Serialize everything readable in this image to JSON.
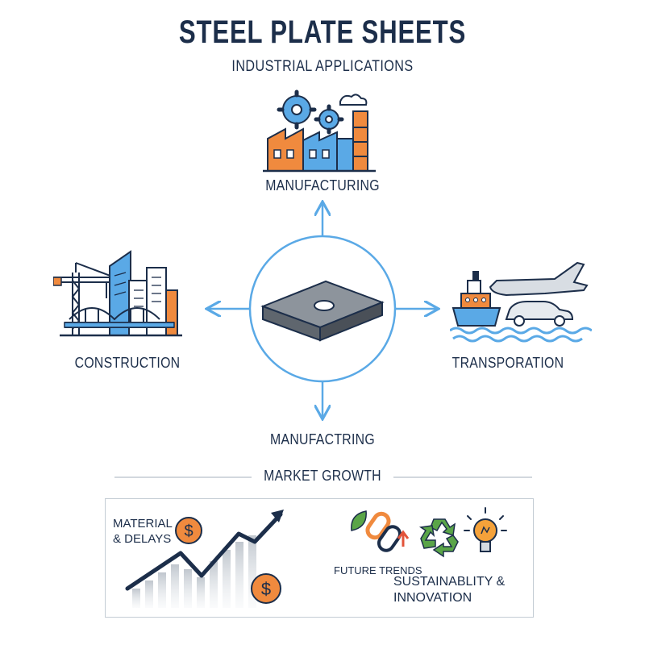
{
  "title": "STEEL PLATE SHEETS",
  "subtitle": "INDUSTRIAL APPLICATIONS",
  "center": {
    "icon": "steel-plate-icon"
  },
  "nodes": {
    "top": {
      "label": "MANUFACTURING",
      "icon": "factory-gears-icon"
    },
    "left": {
      "label": "CONSTRUCTION",
      "icon": "city-crane-bridge-icon"
    },
    "right": {
      "label": "TRANSPORATION",
      "icon": "ship-car-plane-icon"
    },
    "bottom": {
      "label": "MANUFACTRING"
    }
  },
  "market": {
    "heading": "MARKET GROWTH",
    "left_text": "MATERIAL\n& DELAYS",
    "future_trends": "FUTURE TRENDS",
    "sustainability": "SUSTAINABLITY &\nINNOVATION",
    "icons": [
      "dollar-coin-icon",
      "growth-chart-icon",
      "chain-link-leaf-icon",
      "recycle-icon",
      "lightbulb-icon"
    ]
  },
  "colors": {
    "accent_blue": "#5aa9e6",
    "navy": "#1c2e4a",
    "orange": "#f08a3e",
    "green": "#5aa548"
  }
}
